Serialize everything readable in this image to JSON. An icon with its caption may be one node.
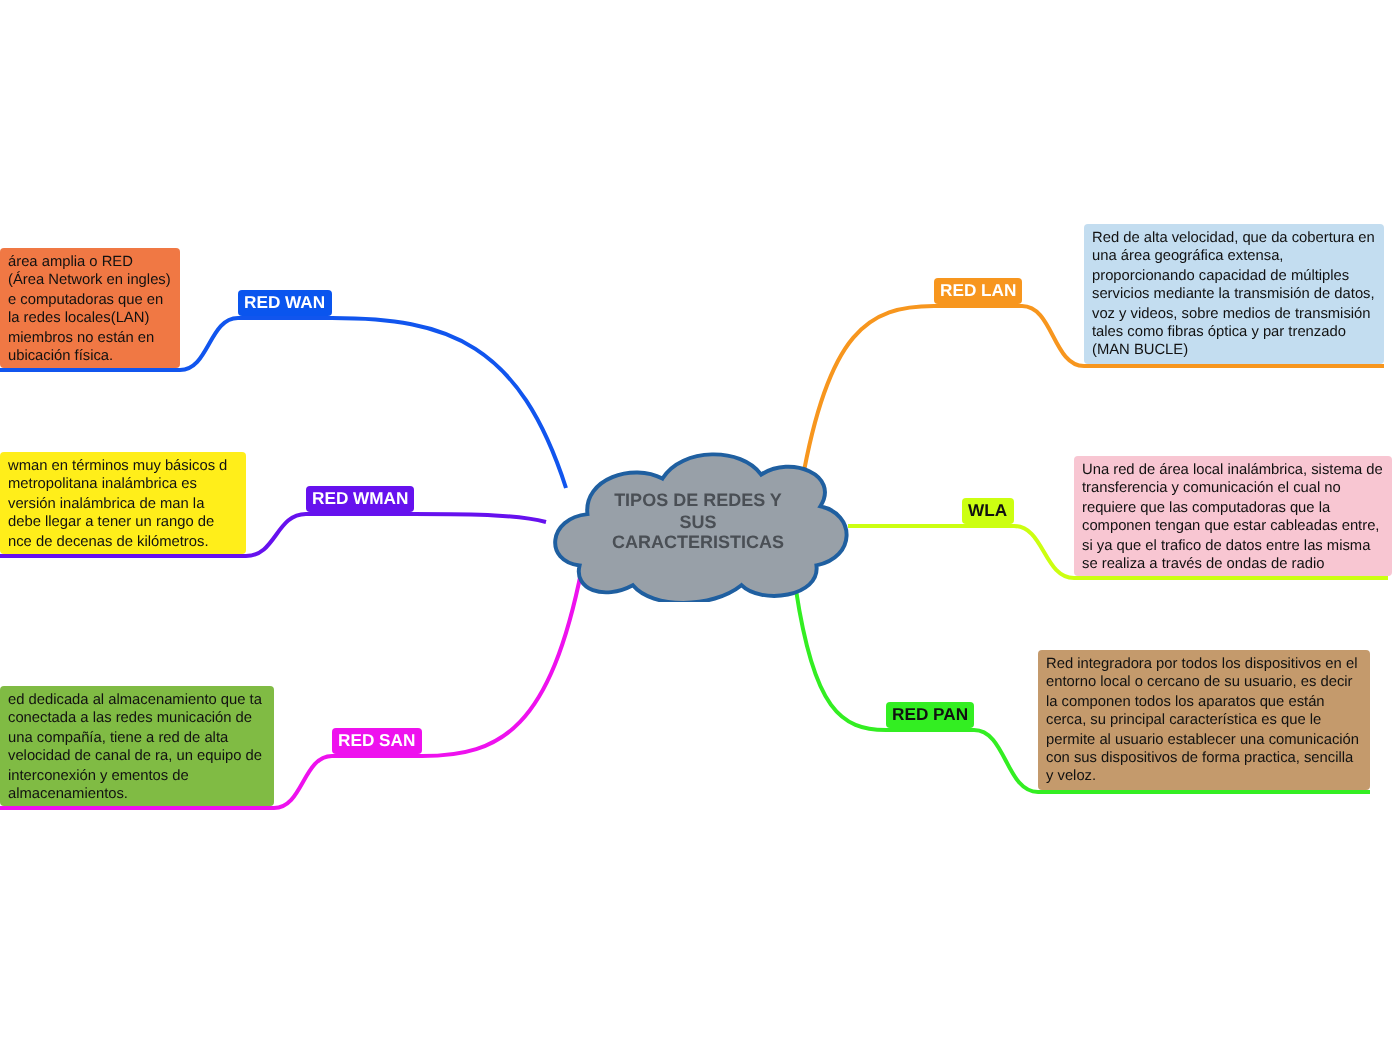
{
  "diagram": {
    "nodes": [
      {
        "text": [
          "TIPOS DE REDES Y SUS CARACTERISTICAS"
        ]
      },
      {
        "text": [
          "RED WAN"
        ]
      },
      {
        "text": [
          "área  amplia o RED (Área Network en ingles) e computadoras que en la redes locales(LAN) miembros no están en ubicación física."
        ]
      },
      {
        "text": [
          "RED LAN"
        ]
      },
      {
        "text": [
          "Red de alta velocidad, que da cobertura en una área geográfica extensa, proporcionando capacidad de múltiples servicios mediante la transmisión de datos, voz y videos, sobre medios de transmisión tales como fibras óptica y par trenzado (MAN BUCLE)"
        ]
      },
      {
        "text": [
          "RED WMAN"
        ]
      },
      {
        "text": [
          "wman en términos muy básicos d metropolitana inalámbrica es versión inalámbrica de man la debe llegar a tener un rango de nce de decenas de kilómetros."
        ]
      },
      {
        "text": [
          "WLA"
        ]
      },
      {
        "text": [
          "Una red de área local inalámbrica, sistema de transferencia y comunicación el cual no requiere que las computadoras que la componen tengan que estar cableadas entre, si ya que el trafico de datos entre las misma se realiza a través de ondas de radio"
        ]
      },
      {
        "text": [
          "RED SAN"
        ]
      },
      {
        "text": [
          "ed dedicada al almacenamiento que ta conectada a las redes municación de una compañía, tiene a red de alta  velocidad de canal de ra, un equipo de interconexión y ementos de almacenamientos."
        ]
      },
      {
        "text": [
          "RED PAN"
        ]
      },
      {
        "text": [
          "Red integradora por todos los dispositivos en el entorno local o cercano de su usuario, es decir la componen todos los aparatos que están cerca, su principal característica es que le permite al usuario establecer una comunicación con sus dispositivos de forma practica, sencilla y veloz."
        ]
      }
    ],
    "edges": [
      {
        "from": 0,
        "to": 1,
        "arrow": "none",
        "color": "#1155ee"
      },
      {
        "from": 1,
        "to": 2,
        "arrow": "none",
        "color": "#1155ee"
      },
      {
        "from": 0,
        "to": 3,
        "arrow": "none",
        "color": "#f7961e"
      },
      {
        "from": 3,
        "to": 4,
        "arrow": "none",
        "color": "#f7961e"
      },
      {
        "from": 0,
        "to": 5,
        "arrow": "none",
        "color": "#6611ee"
      },
      {
        "from": 5,
        "to": 6,
        "arrow": "none",
        "color": "#6611ee"
      },
      {
        "from": 0,
        "to": 7,
        "arrow": "none",
        "color": "#ccff11"
      },
      {
        "from": 7,
        "to": 8,
        "arrow": "none",
        "color": "#ccff11"
      },
      {
        "from": 0,
        "to": 9,
        "arrow": "none",
        "color": "#ee11ee"
      },
      {
        "from": 9,
        "to": 10,
        "arrow": "none",
        "color": "#ee11ee"
      },
      {
        "from": 0,
        "to": 11,
        "arrow": "none",
        "color": "#33ee22"
      },
      {
        "from": 11,
        "to": 12,
        "arrow": "none",
        "color": "#33ee22"
      }
    ]
  }
}
